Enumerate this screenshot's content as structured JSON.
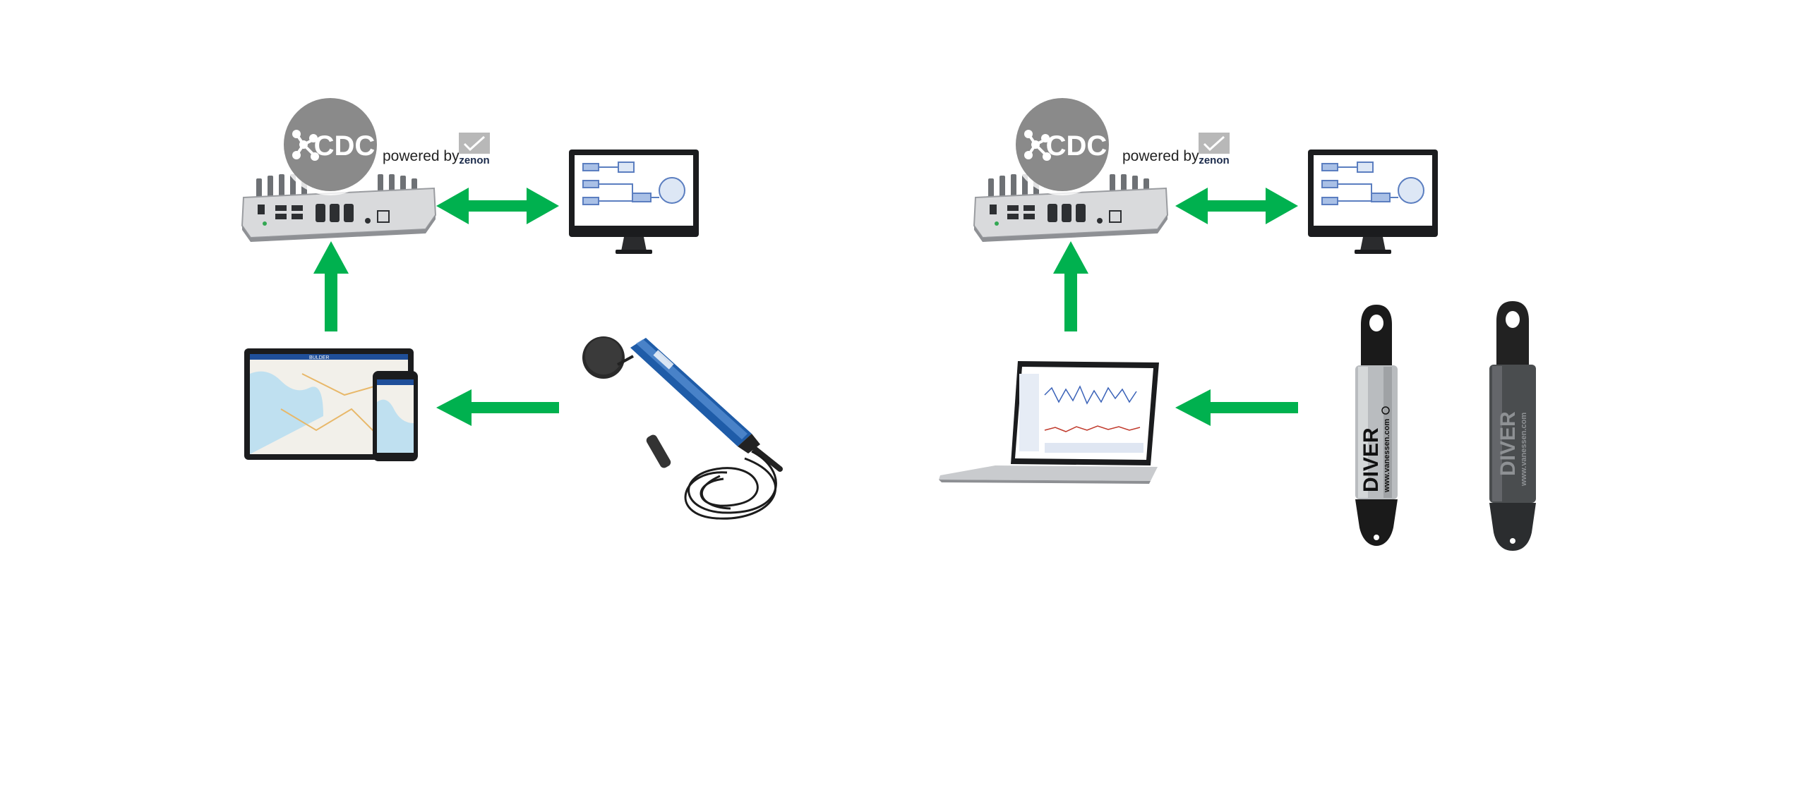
{
  "colors": {
    "arrow": "#00b14f",
    "cdc_circle": "#8a8a8a",
    "box_metal": "#d9dadc",
    "diver_silver": "#b9bcbf",
    "diver_dark": "#4a4d4f",
    "probe_blue": "#1f5ca8"
  },
  "left_system": {
    "cdc_logo": {
      "label": "CDC",
      "tagline": "powered by",
      "brand": "zenon",
      "icon": "network-nodes-icon"
    },
    "edge_device": {
      "icon": "edge-computer-icon"
    },
    "monitor": {
      "icon": "scada-monitor-icon"
    },
    "mobile_devices": {
      "icon": "tablet-phone-map-icon",
      "screen_header": "BULDER"
    },
    "sensor": {
      "icon": "multiparameter-probe-icon"
    }
  },
  "right_system": {
    "cdc_logo": {
      "label": "CDC",
      "tagline": "powered by",
      "brand": "zenon",
      "icon": "network-nodes-icon"
    },
    "edge_device": {
      "icon": "edge-computer-icon"
    },
    "monitor": {
      "icon": "scada-monitor-icon"
    },
    "laptop": {
      "icon": "laptop-chart-icon"
    },
    "divers": [
      {
        "brand": "DIVER",
        "url": "www.vanessen.com",
        "icon": "silver-diver-logger-icon"
      },
      {
        "brand": "DIVER",
        "url": "www.vanessen.com",
        "icon": "dark-diver-logger-icon"
      }
    ]
  }
}
